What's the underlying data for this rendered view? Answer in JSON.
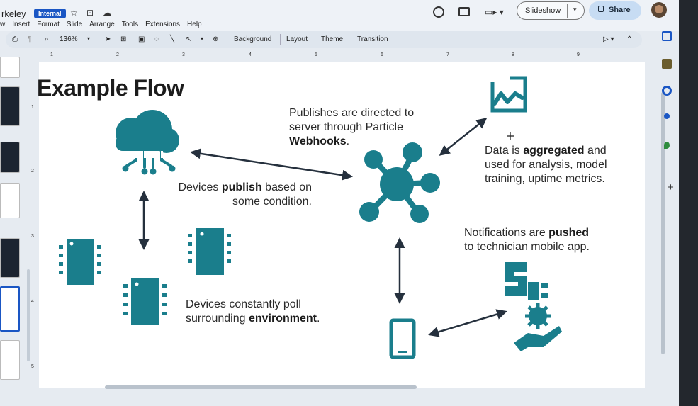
{
  "app": {
    "doc_title": "rkeley",
    "badge": "Internal",
    "star_glyph": "☆",
    "folder_glyph": "⊡",
    "cloud_glyph": "☁",
    "menus": [
      "w",
      "Insert",
      "Format",
      "Slide",
      "Arrange",
      "Tools",
      "Extensions",
      "Help"
    ],
    "slideshow_label": "Slideshow",
    "share_label": "Share",
    "icons": [
      "history-icon",
      "comment-icon",
      "camera-icon",
      "lock-icon",
      "avatar"
    ]
  },
  "toolbar": {
    "zoom": "136%",
    "items": [
      "Background",
      "Layout",
      "Theme",
      "Transition"
    ]
  },
  "ruler": {
    "h_ticks": [
      "1",
      "2",
      "3",
      "4",
      "5",
      "6",
      "7",
      "8",
      "9"
    ],
    "v_ticks": [
      "1",
      "2",
      "3",
      "4",
      "5"
    ]
  },
  "slide": {
    "title": "Example Flow",
    "texts": {
      "publishes_1": "Publishes are directed to",
      "publishes_2": "server through Particle",
      "publishes_3": "Webhooks",
      "publishes_4": ".",
      "data_1a": "Data is ",
      "data_1b": "aggregated",
      "data_1c": " and",
      "data_2": "used for analysis, model",
      "data_3": "training, uptime metrics.",
      "devices_pub_1a": "Devices ",
      "devices_pub_1b": "publish",
      "devices_pub_1c": " based on",
      "devices_pub_2": "some condition.",
      "notif_1a": "Notifications are ",
      "notif_1b": "pushed",
      "notif_2": "to technician mobile app.",
      "poll_1": "Devices constantly poll",
      "poll_2a": "surrounding ",
      "poll_2b": "environment",
      "poll_2c": "."
    },
    "accent_color": "#1a7e8c",
    "arrow_color": "#25303d"
  }
}
